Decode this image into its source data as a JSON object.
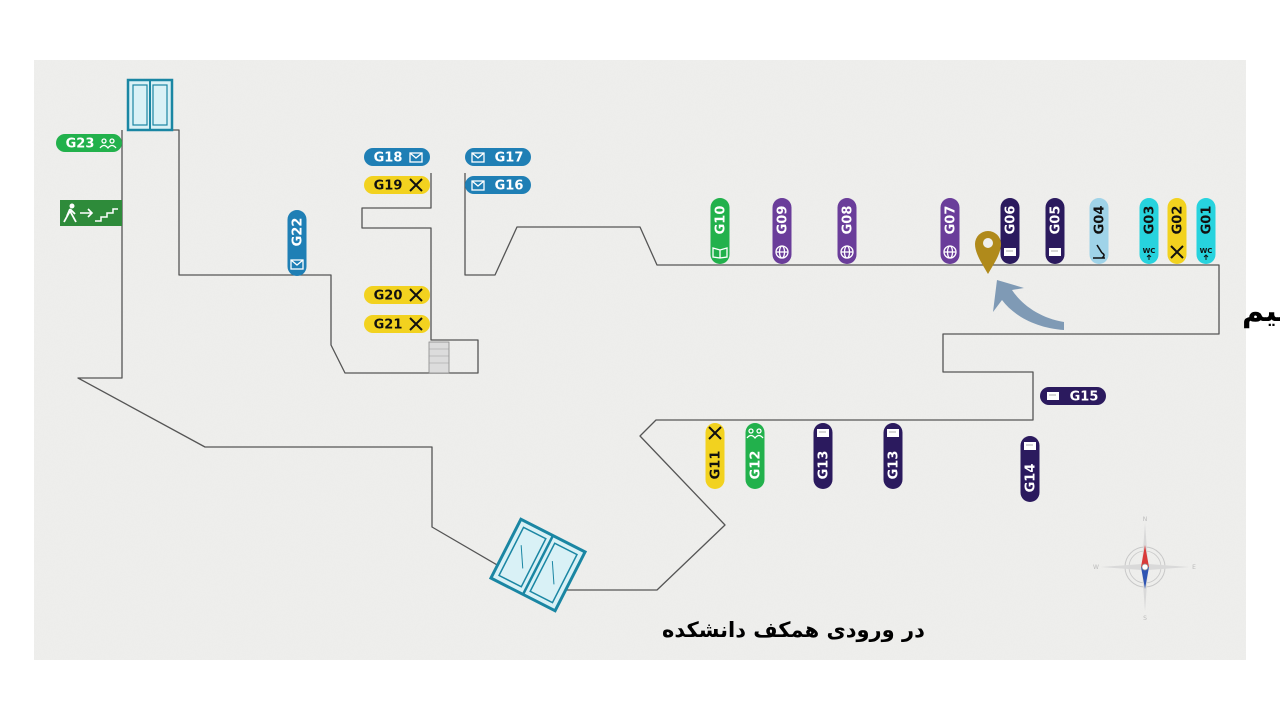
{
  "colors": {
    "paper": "#efefed",
    "wall": "#555555",
    "blue": "#1f7fb5",
    "yellow": "#f2d21f",
    "green": "#22b14c",
    "dark_purple": "#2b1a5e",
    "purple": "#6a3d9a",
    "cyan": "#27d3de",
    "light_blue": "#9fd3e8",
    "pin": "#b08a1b",
    "arrow": "#7f9ab5",
    "exit_green": "#2e8b3a"
  },
  "rooms": [
    {
      "id": "G01",
      "label": "G01",
      "color": "cyan",
      "icon": "wc-icon",
      "icon_text": "WC"
    },
    {
      "id": "G02",
      "label": "G02",
      "color": "yellow",
      "icon": "tools-icon"
    },
    {
      "id": "G03",
      "label": "G03",
      "color": "cyan",
      "icon": "wc-icon",
      "icon_text": "WC"
    },
    {
      "id": "G04",
      "label": "G04",
      "color": "light_blue",
      "icon": "microscope-icon"
    },
    {
      "id": "G05",
      "label": "G05",
      "color": "dark_purple",
      "icon": "whiteboard-icon"
    },
    {
      "id": "G06",
      "label": "G06",
      "color": "dark_purple",
      "icon": "whiteboard-icon"
    },
    {
      "id": "G07",
      "label": "G07",
      "color": "purple",
      "icon": "globe-icon"
    },
    {
      "id": "G08",
      "label": "G08",
      "color": "purple",
      "icon": "globe-icon"
    },
    {
      "id": "G09",
      "label": "G09",
      "color": "purple",
      "icon": "globe-icon"
    },
    {
      "id": "G10",
      "label": "G10",
      "color": "green",
      "icon": "book-icon"
    },
    {
      "id": "G11",
      "label": "G11",
      "color": "yellow",
      "icon": "tools-icon"
    },
    {
      "id": "G12",
      "label": "G12",
      "color": "green",
      "icon": "people-icon"
    },
    {
      "id": "G13a",
      "label": "G13",
      "color": "dark_purple",
      "icon": "whiteboard-icon"
    },
    {
      "id": "G13b",
      "label": "G13",
      "color": "dark_purple",
      "icon": "whiteboard-icon"
    },
    {
      "id": "G14",
      "label": "G14",
      "color": "dark_purple",
      "icon": "whiteboard-icon"
    },
    {
      "id": "G15",
      "label": "G15",
      "color": "dark_purple",
      "icon": "whiteboard-icon"
    },
    {
      "id": "G16",
      "label": "G16",
      "color": "blue",
      "icon": "mail-icon"
    },
    {
      "id": "G17",
      "label": "G17",
      "color": "blue",
      "icon": "mail-icon"
    },
    {
      "id": "G18",
      "label": "G18",
      "color": "blue",
      "icon": "mail-icon"
    },
    {
      "id": "G19",
      "label": "G19",
      "color": "yellow",
      "icon": "tools-icon"
    },
    {
      "id": "G20",
      "label": "G20",
      "color": "yellow",
      "icon": "tools-icon"
    },
    {
      "id": "G21",
      "label": "G21",
      "color": "yellow",
      "icon": "tools-icon"
    },
    {
      "id": "G22",
      "label": "G22",
      "color": "blue",
      "icon": "mail-icon"
    },
    {
      "id": "G23",
      "label": "G23",
      "color": "green",
      "icon": "people-icon"
    }
  ],
  "you_are_here": "ما اینجاییم",
  "entrance_label": "در ورودی همکف دانشکده",
  "compass": {
    "n": "N",
    "s": "S",
    "e": "E",
    "w": "W"
  },
  "icons": {
    "exit": "emergency-exit-icon",
    "door": "glass-door-icon",
    "pin": "location-pin-icon",
    "compass": "compass-rose-icon"
  }
}
